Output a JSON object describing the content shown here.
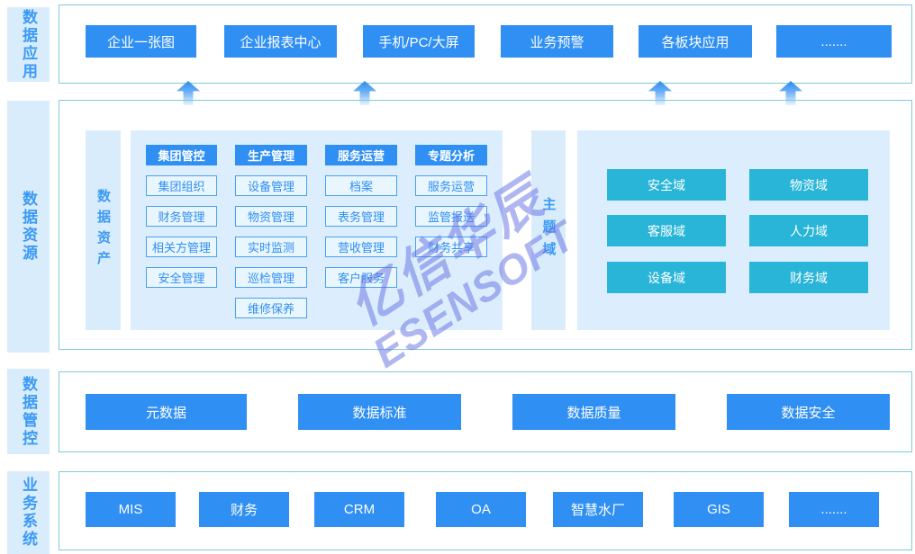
{
  "colors": {
    "button_blue": "#2f8ff3",
    "tile_cyan": "#29b5d8",
    "frame_border_teal": "#7dcbd8",
    "strip_bg": "#d9ecfc",
    "panel_bg": "#dceefd",
    "item_bg": "#e9f6fe",
    "item_border": "#49a0f5",
    "label_text_blue": "#3b9af5",
    "watermark_blue": "#616ee2"
  },
  "sections": {
    "app": {
      "label": "数据应用",
      "buttons": [
        "企业一张图",
        "企业报表中心",
        "手机/PC/大屏",
        "业务预警",
        "各板块应用",
        "......."
      ]
    },
    "resource": {
      "label": "数据资源",
      "asset_strip": "数据资产",
      "theme_strip": "主题域",
      "asset_columns": [
        {
          "header": "集团管控",
          "items": [
            "集团组织",
            "财务管理",
            "相关方管理",
            "安全管理"
          ]
        },
        {
          "header": "生产管理",
          "items": [
            "设备管理",
            "物资管理",
            "实时监测",
            "巡检管理",
            "维修保养"
          ]
        },
        {
          "header": "服务运营",
          "items": [
            "档案",
            "表务管理",
            "营收管理",
            "客户服务"
          ]
        },
        {
          "header": "专题分析",
          "items": [
            "服务运营",
            "监管报送",
            "财务共享"
          ]
        }
      ],
      "theme_domains": [
        "安全域",
        "物资域",
        "客服域",
        "人力域",
        "设备域",
        "财务域"
      ]
    },
    "governance": {
      "label": "数据管控",
      "buttons": [
        "元数据",
        "数据标准",
        "数据质量",
        "数据安全"
      ]
    },
    "business": {
      "label": "业务系统",
      "buttons": [
        "MIS",
        "财务",
        "CRM",
        "OA",
        "智慧水厂",
        "GIS",
        "......."
      ]
    }
  },
  "watermark": {
    "line1": "亿信华辰",
    "line2": "ESENSOFT"
  }
}
